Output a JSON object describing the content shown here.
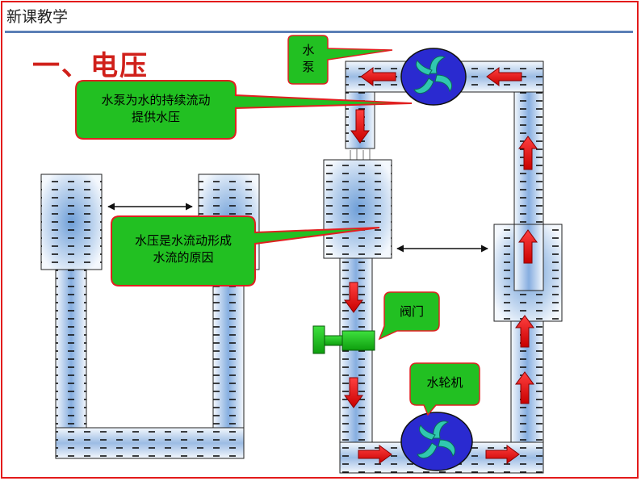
{
  "slide": {
    "header": "新课教学",
    "title": "一、电压"
  },
  "callouts": {
    "pump_reason_line1": "水泵为水的持续流动",
    "pump_reason_line2": "提供水压",
    "pressure_reason_line1": "水压是水流动形成",
    "pressure_reason_line2": "水流的原因",
    "pump_label_line1": "水",
    "pump_label_line2": "泵",
    "valve_label": "阀门",
    "turbine_label": "水轮机"
  },
  "colors": {
    "frame": "#e31b1b",
    "header_rule": "#5b7fb6",
    "title": "#d0201a",
    "callout_fill": "#22c022",
    "callout_stroke": "#e02020",
    "pump_wheel": "#2a2ad0",
    "impeller": "#30c8b0",
    "flow_arrow": "#e01818",
    "valve": "#18c018",
    "water": "#8fb8e0"
  },
  "icons": {
    "pump": "pump-wheel-icon",
    "turbine": "turbine-wheel-icon",
    "valve": "valve-icon",
    "flow": "flow-arrow-icon",
    "double_arrow": "double-arrow-icon"
  }
}
